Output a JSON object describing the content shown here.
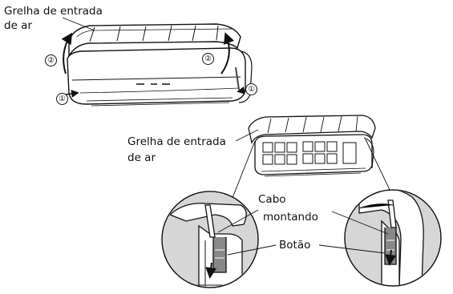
{
  "labels": {
    "grille_top_line1": "Grelha de entrada",
    "grille_top_line2": "de ar",
    "grille_mid_line1": "Grelha de entrada",
    "grille_mid_line2": "de ar",
    "cable_line1": "Cabo",
    "cable_line2": "montando",
    "button": "Botão"
  },
  "markers": {
    "step1": "①",
    "step2": "②"
  }
}
